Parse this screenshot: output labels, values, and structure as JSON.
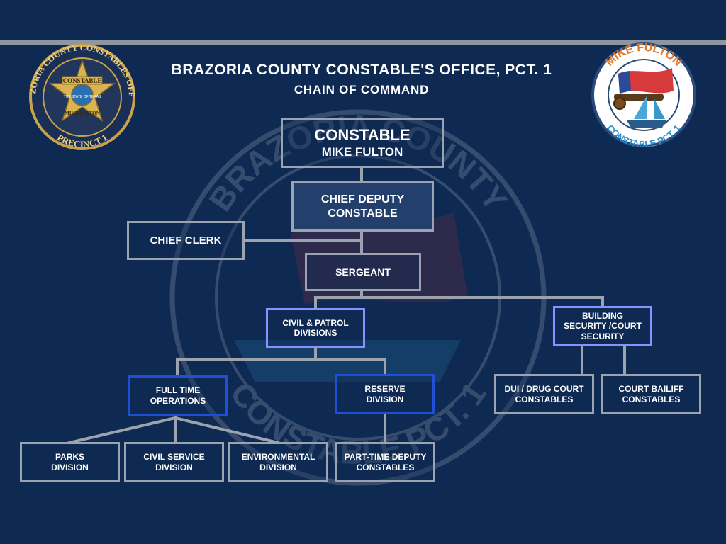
{
  "header": {
    "title": "BRAZORIA COUNTY CONSTABLE'S OFFICE, PCT. 1",
    "subtitle": "CHAIN OF COMMAND"
  },
  "logo_left": {
    "ring_top": "BRAZORIA COUNTY CONSTABLES OFFICE",
    "ring_bottom": "PRECINCT 1",
    "banner": "CONSTABLE",
    "name": "MIKE FULTON",
    "seal": "THE STATE OF TEXAS"
  },
  "logo_right": {
    "ring_top": "MIKE FULTON",
    "ring_bottom": "CONSTABLE PCT. 1"
  },
  "watermark": {
    "ring_top": "BRAZORIA COUNTY",
    "ring_bottom": "CONSTABLE PCT. 1"
  },
  "org": {
    "constable": {
      "line1": "CONSTABLE",
      "line2": "MIKE FULTON"
    },
    "chief_deputy": {
      "line1": "CHIEF DEPUTY",
      "line2": "CONSTABLE"
    },
    "chief_clerk": {
      "line1": "CHIEF CLERK"
    },
    "sergeant": {
      "line1": "SERGEANT"
    },
    "civil_patrol": {
      "line1": "CIVIL & PATROL",
      "line2": "DIVISIONS"
    },
    "building_security": {
      "line1": "BUILDING",
      "line2": "SECURITY /COURT",
      "line3": "SECURITY"
    },
    "full_time": {
      "line1": "FULL TIME",
      "line2": "OPERATIONS"
    },
    "reserve": {
      "line1": "RESERVE",
      "line2": "DIVISION"
    },
    "dui_court": {
      "line1": "DUI / DRUG COURT",
      "line2": "CONSTABLES"
    },
    "court_bailiff": {
      "line1": "COURT BAILIFF",
      "line2": "CONSTABLES"
    },
    "parks": {
      "line1": "PARKS",
      "line2": "DIVISION"
    },
    "civil_service": {
      "line1": "CIVIL SERVICE",
      "line2": "DIVISION"
    },
    "environmental": {
      "line1": "ENVIRONMENTAL",
      "line2": "DIVISION"
    },
    "part_time": {
      "line1": "PART-TIME DEPUTY",
      "line2": "CONSTABLES"
    }
  },
  "colors": {
    "background": "#0f2a52",
    "connector": "#9aa3ae",
    "box_blue": "#1e4fd6",
    "box_lavender": "#8a90ff"
  }
}
